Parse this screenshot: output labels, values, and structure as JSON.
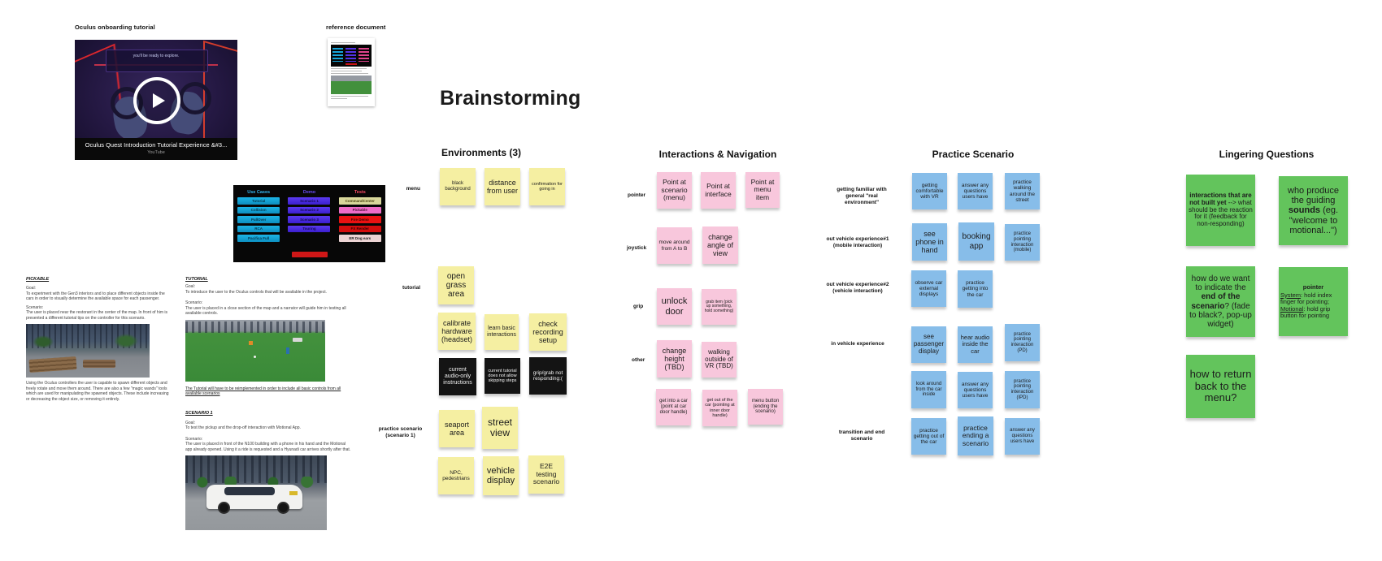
{
  "video": {
    "label": "Oculus onboarding tutorial",
    "caption": "you'll be ready to explore.",
    "title": "Oculus Quest Introduction Tutorial Experience &#3...",
    "source": "YouTube"
  },
  "refdoc": {
    "label": "reference document"
  },
  "menu": {
    "use_cases_header": "Use Cases",
    "use_cases": [
      "Tutorial",
      "Collision",
      "PullOver",
      "RCA",
      "Pacifica Full"
    ],
    "demo_header": "Demo",
    "demo": [
      "Scenario 1",
      "Scenario 2",
      "Scenario 3",
      "Touring"
    ],
    "tests_header": "Tests",
    "tests": [
      "CommandCenter",
      "Pickable",
      "Fire Demo",
      "FX Render",
      "ER Dog ears"
    ]
  },
  "docs": {
    "pickable": {
      "heading": "PICKABLE",
      "goal_label": "Goal:",
      "goal_text": "To experiment with the Gen3 interiors and to place different objects inside the cars in order to visually determine the available space for each passenger.",
      "scenario_label": "Scenario:",
      "scenario_text": "The user is placed near the restorant in the center of the map. In front of him is presented a different tutorial tips on the controller for this scenario.",
      "footer": "Using the Oculus controllers the user is capable to spawn different objects and freely rotate and move them around. There are also a few \"magic wands\" tools which are used for manipulating the spawned objects. These include increasing or decreasing the object size, or removing it entirely."
    },
    "tutorial": {
      "heading": "TUTORIAL",
      "goal_label": "Goal:",
      "goal_text": "To introduce the user to the Oculus controls that will be available in the project.",
      "scenario_label": "Scenario:",
      "scenario_text": "The user is placed in a close section of the map and a narrator will guide him in testing all available controls.",
      "note": "The Tutorial will have to be reimplemented in order to include all basic controls from all available scenarios"
    },
    "scenario1": {
      "heading": "SCENARIO 1",
      "goal_label": "Goal:",
      "goal_text": "To test the pickup and the drop-off interaction with Motional App.",
      "scenario_label": "Scenario:",
      "scenario_text": "The user is placed in front of the N100 building with a phone in his hand and the Motional app already opened. Using it a ride is requested and a Hyunadi car arrives shortly after that."
    }
  },
  "board_title": "Brainstorming",
  "headers": {
    "env": "Environments (3)",
    "inter": "Interactions & Navigation",
    "prac": "Practice Scenario",
    "lq": "Lingering Questions"
  },
  "env_labels": [
    "menu",
    "tutorial",
    "practice scenario\n(scenario 1)"
  ],
  "inter_labels": [
    "pointer",
    "joystick",
    "grip",
    "other"
  ],
  "prac_labels": [
    "getting familiar with\ngeneral \"real\nenvironment\"",
    "out vehicle experience#1\n(mobile interaction)",
    "out vehicle experience#2\n(vehicle interaction)",
    "in vehicle experience",
    "transition and end\nscenario"
  ],
  "env": [
    "black background",
    "distance from user",
    "confirmation for going in",
    "open grass area",
    "calibrate hardware (headset)",
    "learn basic interactions",
    "check recording setup",
    "current audio-only instructions",
    "current tutorial does not allow skipping steps",
    "grip/grab not responding:(",
    "seaport area",
    "street view",
    "NPC, pedestrians",
    "vehicle display",
    "E2E testing scenario"
  ],
  "inter": [
    "Point at scenario (menu)",
    "Point at interface",
    "Point at menu item",
    "move around from A to B",
    "change angle of view",
    "unlock door",
    "grab item (pick up something, hold something)",
    "change height (TBD)",
    "walking outside of VR (TBD)",
    "get into a car (point at car door handle)",
    "get out of the car (pointing at inner door handle)",
    "menu button (ending the scenario)"
  ],
  "prac": [
    "getting comfortable with VR",
    "answer any questions users have",
    "practice walking around the street",
    "see phone in hand",
    "booking app",
    "practice pointing interaction (mobile)",
    "observe car external displays",
    "practice getting into the car",
    "see passenger display",
    "hear audio inside the car",
    "practice pointing interaction (PD)",
    "look around from the car inside",
    "answer any questions users have",
    "practice pointing interaction (IPD)",
    "practice getting out of the car",
    "practice ending a scenario",
    "answer any questions users have"
  ],
  "lq": {
    "n1_bold": "interactions that are not built yet",
    "n1_rest": " --> what should be the reaction for it (feedback for non-responding)",
    "n2_t1": "who produce the guiding ",
    "n2_bold": "sounds",
    "n2_t2": " (eg. \"welcome to motional...\")",
    "n3_t1": "how do we want to indicate the ",
    "n3_bold": "end of the scenario",
    "n3_t2": "? (fade to black?, pop-up widget)",
    "n4_title": "pointer",
    "n4_u1": "System",
    "n4_t1": ": hold index finger for pointing; ",
    "n4_u2": "Motional",
    "n4_t2": ": hold grip button for pointing",
    "n5": "how to return back to the menu?"
  },
  "colors": {
    "sticky_yellow": "#f5efa2",
    "sticky_black": "#141414",
    "sticky_pink": "#f8c7dc",
    "sticky_blue": "#87bde9",
    "sticky_green": "#63c45c"
  }
}
